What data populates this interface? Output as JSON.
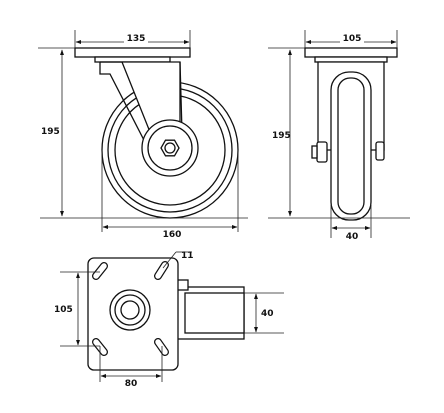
{
  "dimensions": {
    "top_plate_width": "135",
    "side_plate_width": "105",
    "front_height": "195",
    "side_height": "195",
    "wheel_diameter": "160",
    "wheel_width_side": "40",
    "hole_size": "11",
    "hole_spacing_vertical": "105",
    "hole_spacing_horizontal": "80",
    "wheel_width_top": "40"
  }
}
